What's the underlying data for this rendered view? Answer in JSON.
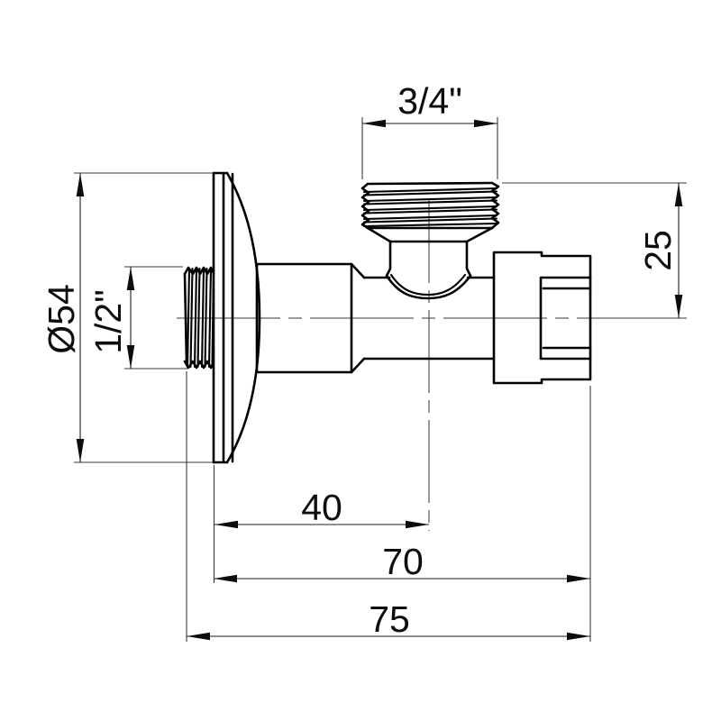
{
  "drawing": {
    "background_color": "#ffffff",
    "outline_color": "#000000",
    "dimension_color": "#1f1f1f",
    "dimensions": {
      "outlet_thread": {
        "label": "3/4\""
      },
      "outlet_height": {
        "label": "25"
      },
      "bell_diameter": {
        "label": "Ø54"
      },
      "inlet_thread": {
        "label": "1/2\""
      },
      "center_offset": {
        "label": "40"
      },
      "body_length": {
        "label": "70"
      },
      "total_length": {
        "label": "75"
      }
    }
  }
}
